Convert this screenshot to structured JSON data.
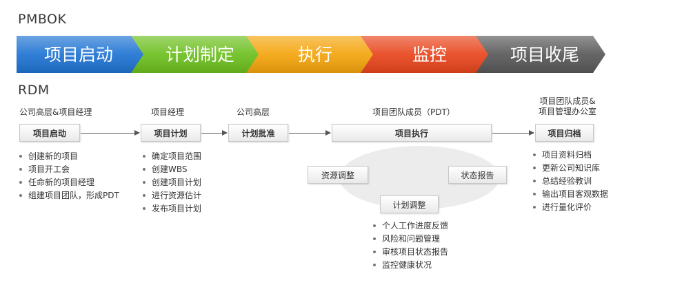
{
  "pmbok": {
    "heading": "PMBOK",
    "phases": [
      {
        "label": "项目启动",
        "color": "#1e73d2"
      },
      {
        "label": "计划制定",
        "color": "#6cbf1e"
      },
      {
        "label": "执行",
        "color": "#f4a40c"
      },
      {
        "label": "监控",
        "color": "#e8451c"
      },
      {
        "label": "项目收尾",
        "color": "#585858"
      }
    ]
  },
  "rdm": {
    "heading": "RDM",
    "roles": {
      "start": "公司高层&项目经理",
      "plan": "项目经理",
      "approve": "公司高层",
      "execute": "项目团队成员（PDT）",
      "archive_line1": "项目团队成员&",
      "archive_line2": "项目管理办公室"
    },
    "steps": {
      "start": "项目启动",
      "plan": "项目计划",
      "approve": "计划批准",
      "execute": "项目执行",
      "archive": "项目归档"
    },
    "cycle": {
      "resource": "资源调整",
      "status": "状态报告",
      "replan": "计划调整"
    },
    "lists": {
      "start": [
        "创建新的项目",
        "项目开工会",
        "任命新的项目经理",
        "组建项目团队，形成PDT"
      ],
      "plan": [
        "确定项目范围",
        "创建WBS",
        "创建项目计划",
        "进行资源估计",
        "发布项目计划"
      ],
      "execute": [
        "个人工作进度反馈",
        "风险和问题管理",
        "审核项目状态报告",
        "监控健康状况"
      ],
      "archive": [
        "项目资料归档",
        "更新公司知识库",
        "总结经验教训",
        "输出项目客观数据",
        "进行量化评价"
      ]
    }
  }
}
